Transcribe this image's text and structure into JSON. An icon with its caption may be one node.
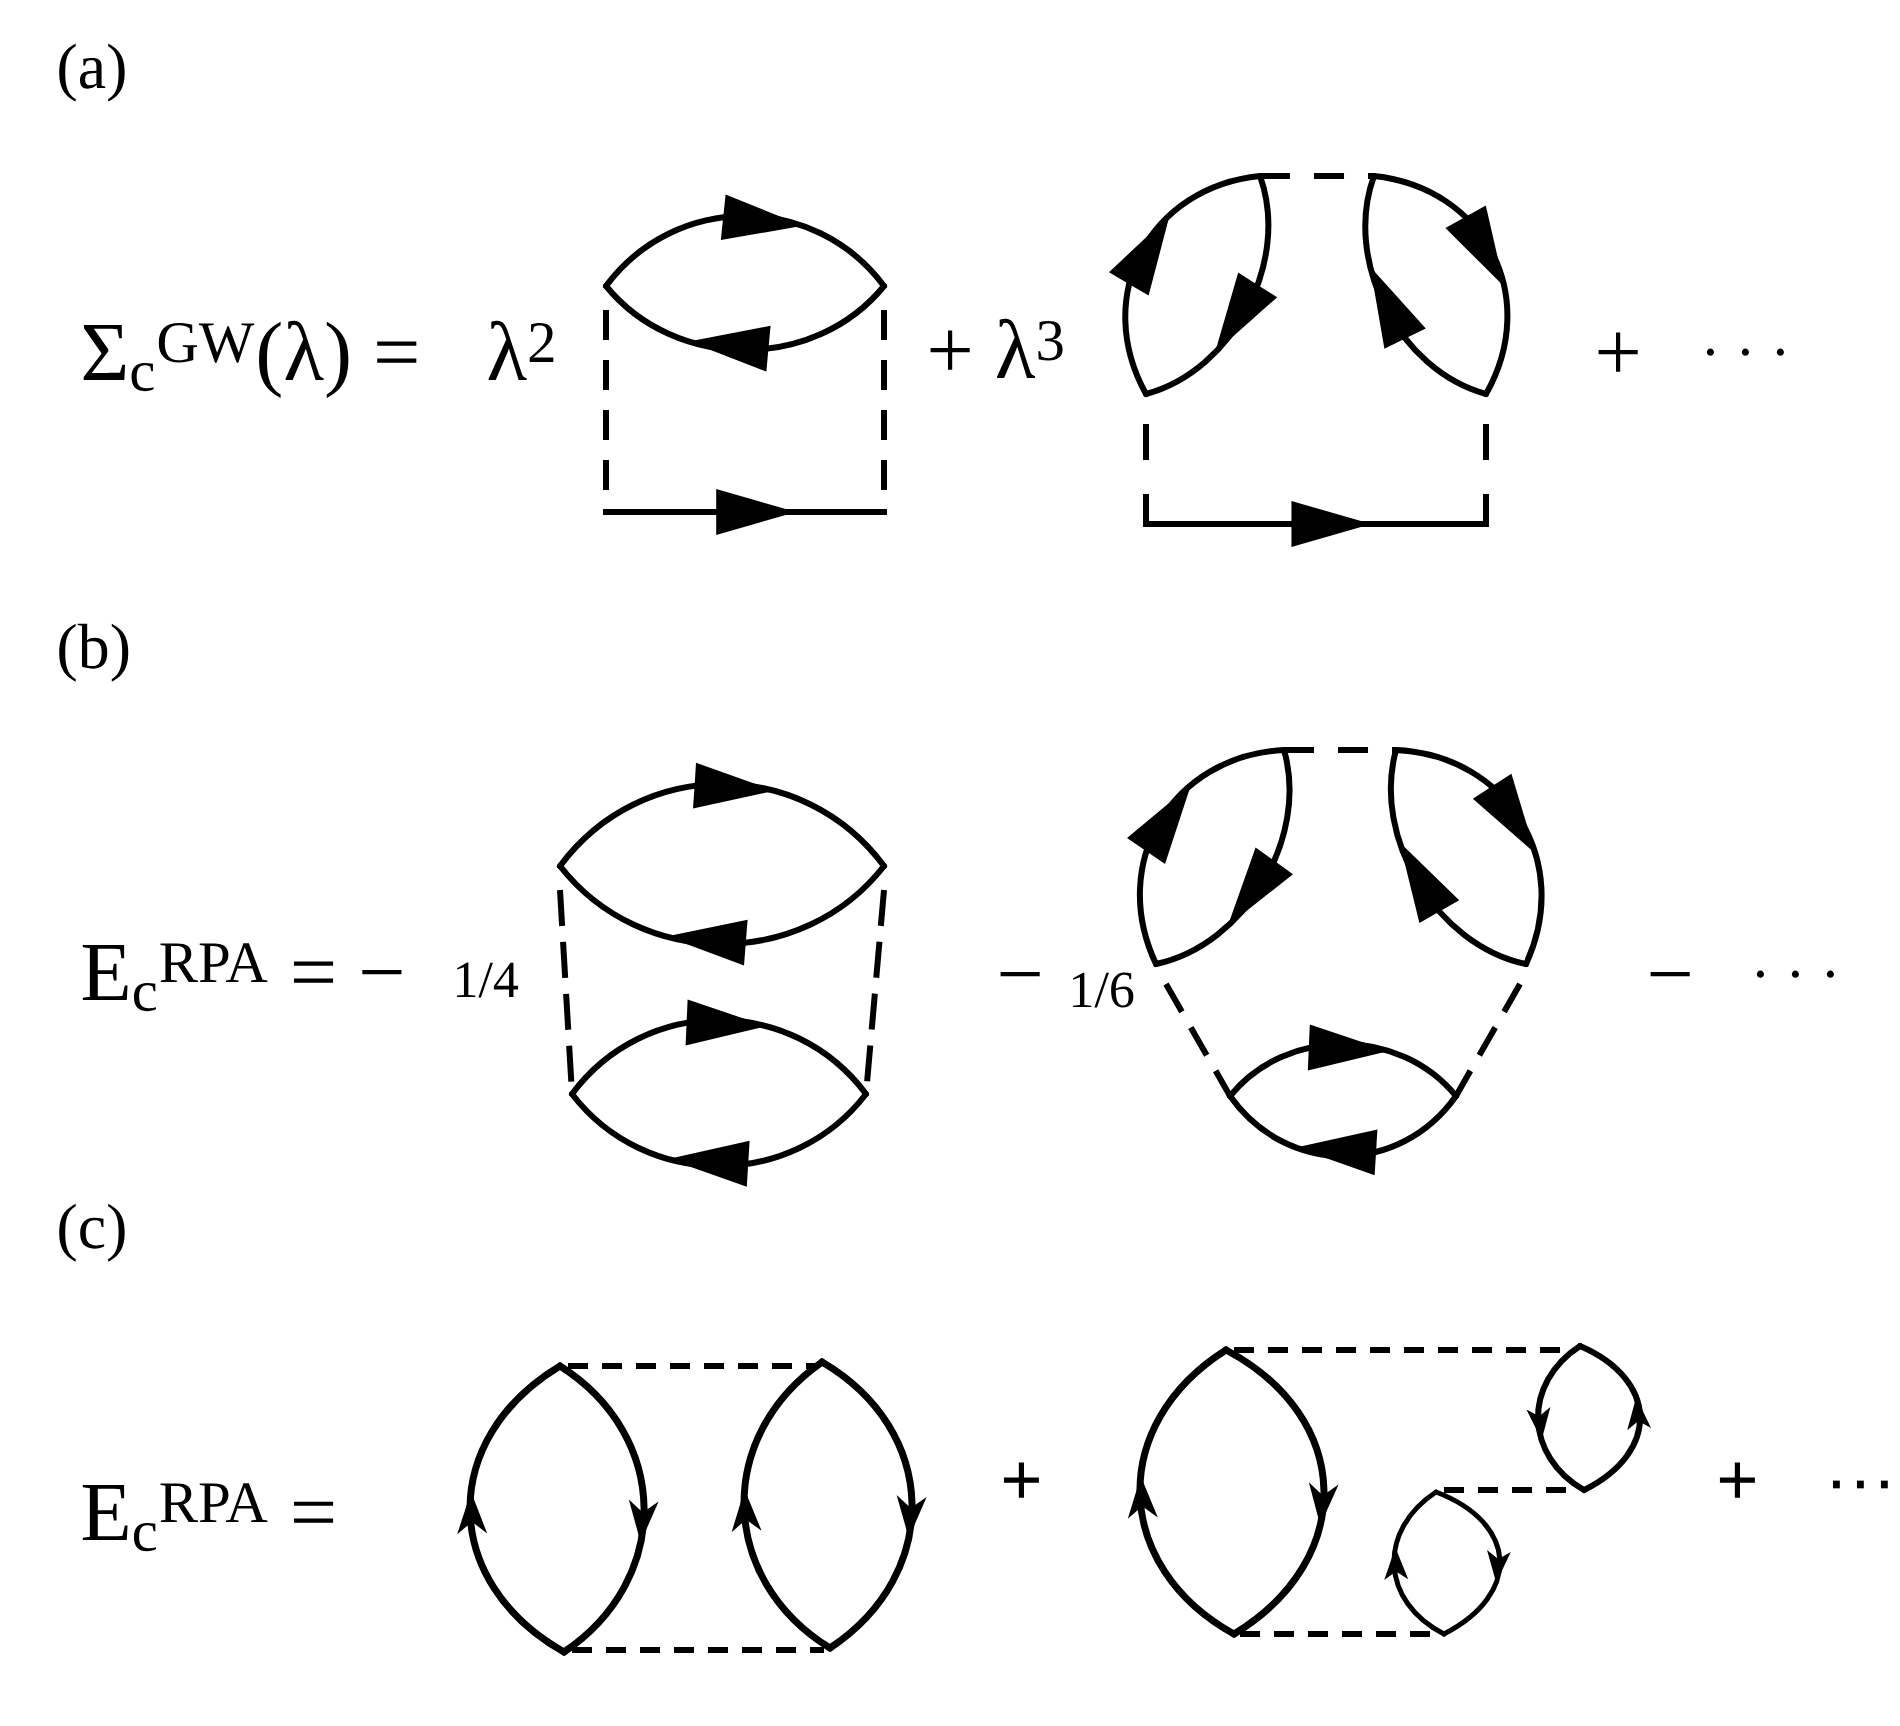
{
  "diagram": {
    "labels": [
      "(a)",
      "Σ$_{c}$$^{GW}$(λ) =",
      "λ$^{2}$",
      "+ λ$^{3}$",
      "+",
      "· · ·",
      "(b)",
      "E$_{c}$$^{RPA}$ = −",
      "1/4",
      "−",
      "1/6",
      "−",
      "· · ·",
      "(c)",
      "E$_{c}$$^{RPA}$ =",
      "+",
      "+",
      "···"
    ]
  }
}
